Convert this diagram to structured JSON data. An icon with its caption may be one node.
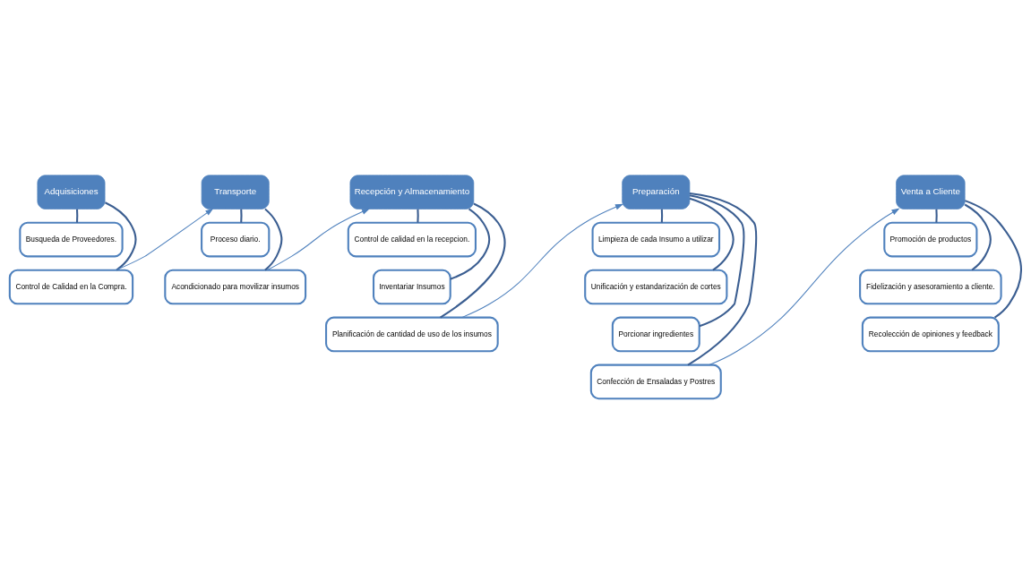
{
  "diagram": {
    "nodes": [
      {
        "text": [
          "Adquisiciones"
        ]
      },
      {
        "text": [
          "Busqueda de Proveedores."
        ]
      },
      {
        "text": [
          "Control de Calidad en la Compra."
        ]
      },
      {
        "text": [
          "Transporte"
        ]
      },
      {
        "text": [
          "Proceso diario."
        ]
      },
      {
        "text": [
          "Acondicionado para movilizar insumos"
        ]
      },
      {
        "text": [
          "Recepción y Almacenamiento"
        ]
      },
      {
        "text": [
          "Control de calidad en la recepcion."
        ]
      },
      {
        "text": [
          "Inventariar Insumos"
        ]
      },
      {
        "text": [
          "Planificación de cantidad de uso de los insumos"
        ]
      },
      {
        "text": [
          "Preparación"
        ]
      },
      {
        "text": [
          "Limpieza de cada Insumo a utilizar"
        ]
      },
      {
        "text": [
          "Unificación y estandarización de cortes"
        ]
      },
      {
        "text": [
          "Porcionar ingredientes"
        ]
      },
      {
        "text": [
          "Confección de Ensaladas y Postres"
        ]
      },
      {
        "text": [
          "Venta a Cliente"
        ]
      },
      {
        "text": [
          "Promoción de productos"
        ]
      },
      {
        "text": [
          "Fidelización y asesoramiento a cliente."
        ]
      },
      {
        "text": [
          "Recolección de opiniones y feedback"
        ]
      }
    ],
    "edges": [
      {
        "from": 0,
        "to": 1,
        "arrow": "none"
      },
      {
        "from": 0,
        "to": 2,
        "arrow": "none"
      },
      {
        "from": 2,
        "to": 3,
        "arrow": "to",
        "color": "#4f81bd"
      },
      {
        "from": 3,
        "to": 4,
        "arrow": "none"
      },
      {
        "from": 3,
        "to": 5,
        "arrow": "none"
      },
      {
        "from": 5,
        "to": 6,
        "arrow": "to",
        "color": "#4f81bd"
      },
      {
        "from": 6,
        "to": 7,
        "arrow": "none"
      },
      {
        "from": 6,
        "to": 8,
        "arrow": "none"
      },
      {
        "from": 6,
        "to": 9,
        "arrow": "none"
      },
      {
        "from": 9,
        "to": 10,
        "arrow": "to",
        "color": "#4f81bd"
      },
      {
        "from": 10,
        "to": 11,
        "arrow": "none"
      },
      {
        "from": 10,
        "to": 12,
        "arrow": "none"
      },
      {
        "from": 10,
        "to": 13,
        "arrow": "none"
      },
      {
        "from": 10,
        "to": 14,
        "arrow": "none"
      },
      {
        "from": 14,
        "to": 15,
        "arrow": "to",
        "color": "#4f81bd"
      },
      {
        "from": 15,
        "to": 16,
        "arrow": "none"
      },
      {
        "from": 15,
        "to": 17,
        "arrow": "none"
      },
      {
        "from": 15,
        "to": 18,
        "arrow": "none"
      }
    ]
  }
}
